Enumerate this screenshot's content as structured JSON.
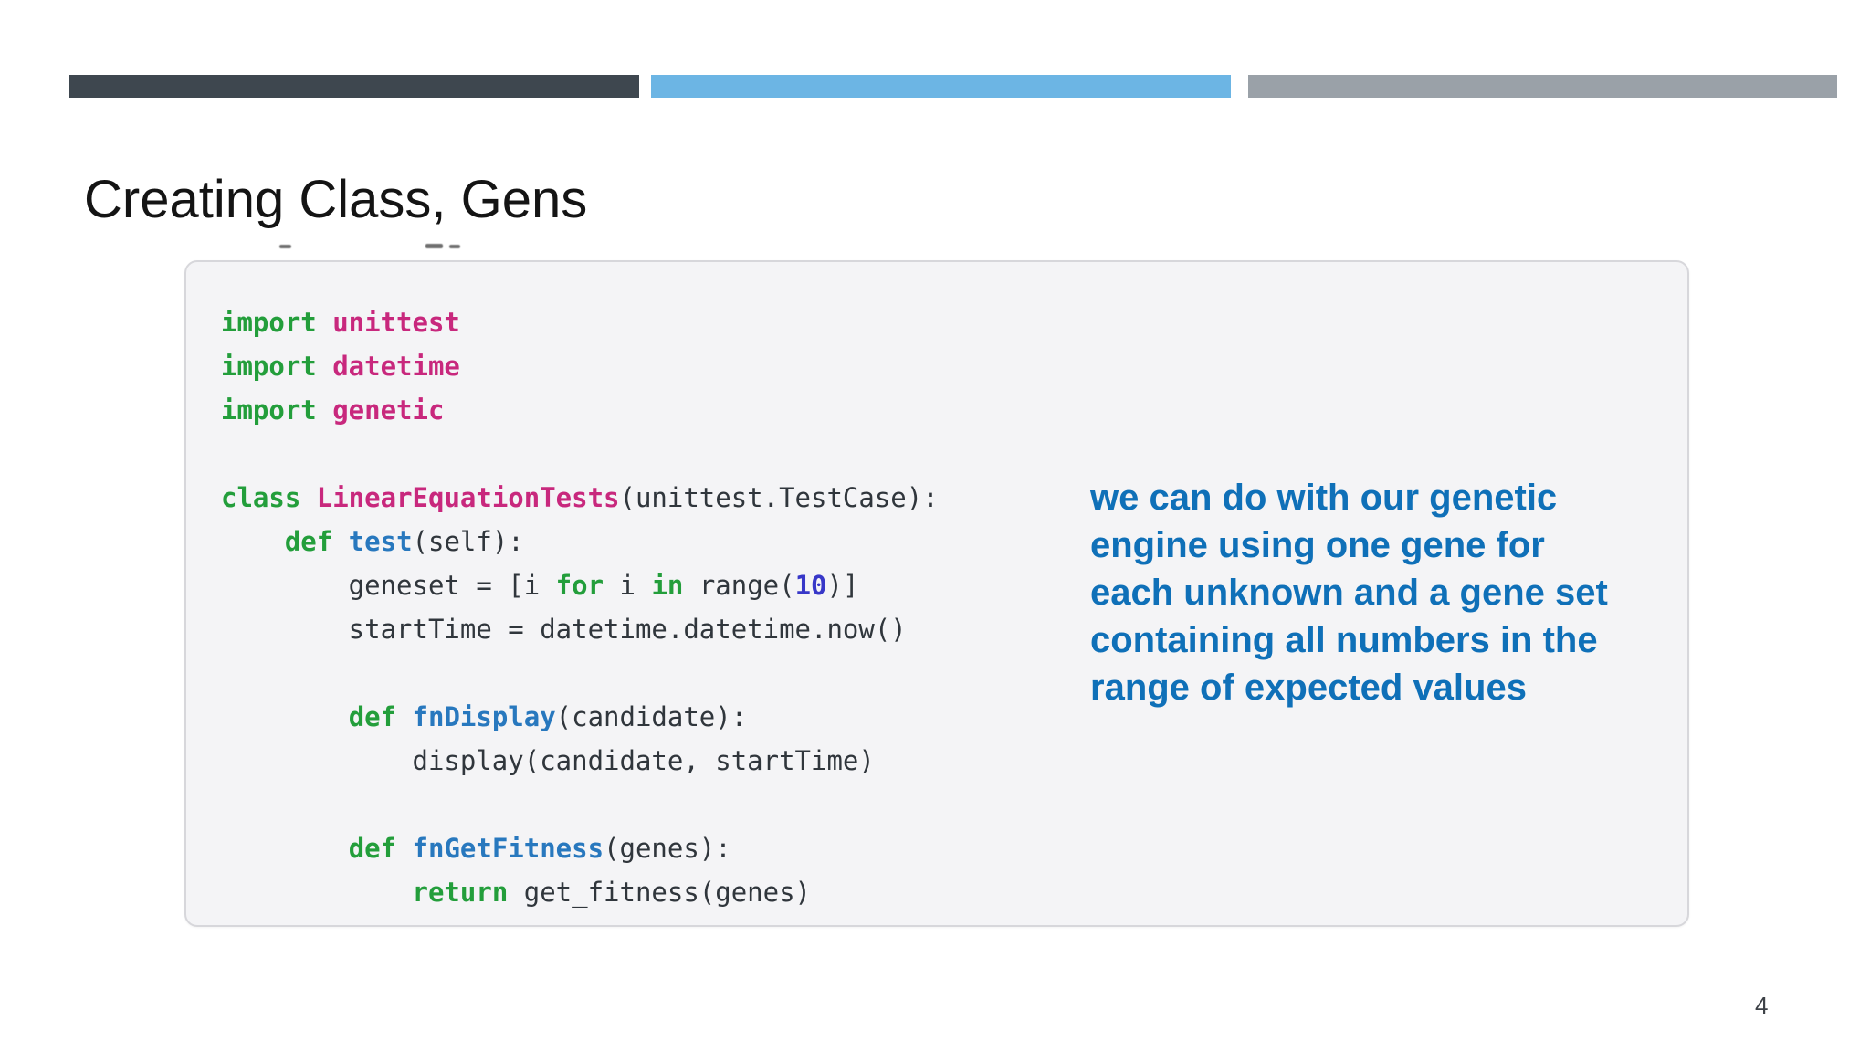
{
  "slide": {
    "title": "Creating Class, Gens",
    "page_number": "4"
  },
  "decor": {
    "bars": [
      {
        "name": "dark-bar",
        "color": "#3e474f"
      },
      {
        "name": "blue-bar",
        "color": "#6cb5e4"
      },
      {
        "name": "gray-bar",
        "color": "#9aa1a8"
      }
    ]
  },
  "code_panel": {
    "background": "#f4f4f6",
    "border_color": "#d7d7db",
    "language": "python",
    "lines": [
      [
        {
          "t": "import ",
          "c": "kw"
        },
        {
          "t": "unittest",
          "c": "mod"
        }
      ],
      [
        {
          "t": "import ",
          "c": "kw"
        },
        {
          "t": "datetime",
          "c": "mod"
        }
      ],
      [
        {
          "t": "import ",
          "c": "kw"
        },
        {
          "t": "genetic",
          "c": "mod"
        }
      ],
      [],
      [
        {
          "t": "class ",
          "c": "kw"
        },
        {
          "t": "LinearEquationTests",
          "c": "cls"
        },
        {
          "t": "(unittest.TestCase):"
        }
      ],
      [
        {
          "t": "    "
        },
        {
          "t": "def ",
          "c": "kw"
        },
        {
          "t": "test",
          "c": "fn"
        },
        {
          "t": "(self):"
        }
      ],
      [
        {
          "t": "        geneset = [i "
        },
        {
          "t": "for",
          "c": "kw"
        },
        {
          "t": " i "
        },
        {
          "t": "in",
          "c": "kw"
        },
        {
          "t": " range("
        },
        {
          "t": "10",
          "c": "num"
        },
        {
          "t": ")]"
        }
      ],
      [
        {
          "t": "        startTime = datetime.datetime.now()"
        }
      ],
      [],
      [
        {
          "t": "        "
        },
        {
          "t": "def ",
          "c": "kw"
        },
        {
          "t": "fnDisplay",
          "c": "fn"
        },
        {
          "t": "(candidate):"
        }
      ],
      [
        {
          "t": "            display(candidate, startTime)"
        }
      ],
      [],
      [
        {
          "t": "        "
        },
        {
          "t": "def ",
          "c": "kw"
        },
        {
          "t": "fnGetFitness",
          "c": "fn"
        },
        {
          "t": "(genes):"
        }
      ],
      [
        {
          "t": "            "
        },
        {
          "t": "return",
          "c": "kw"
        },
        {
          "t": " get_fitness(genes)"
        }
      ]
    ]
  },
  "syntax_colors": {
    "kw": "#239e3b",
    "mod": "#c8287d",
    "cls": "#c8287d",
    "fn": "#2878be",
    "num": "#3737c8",
    "plain": "#30363c"
  },
  "annotation": {
    "text": "we can do with our genetic\nengine using one gene for\neach unknown and a gene set\ncontaining all numbers in the\nrange of expected values",
    "color": "#0f70b8"
  }
}
